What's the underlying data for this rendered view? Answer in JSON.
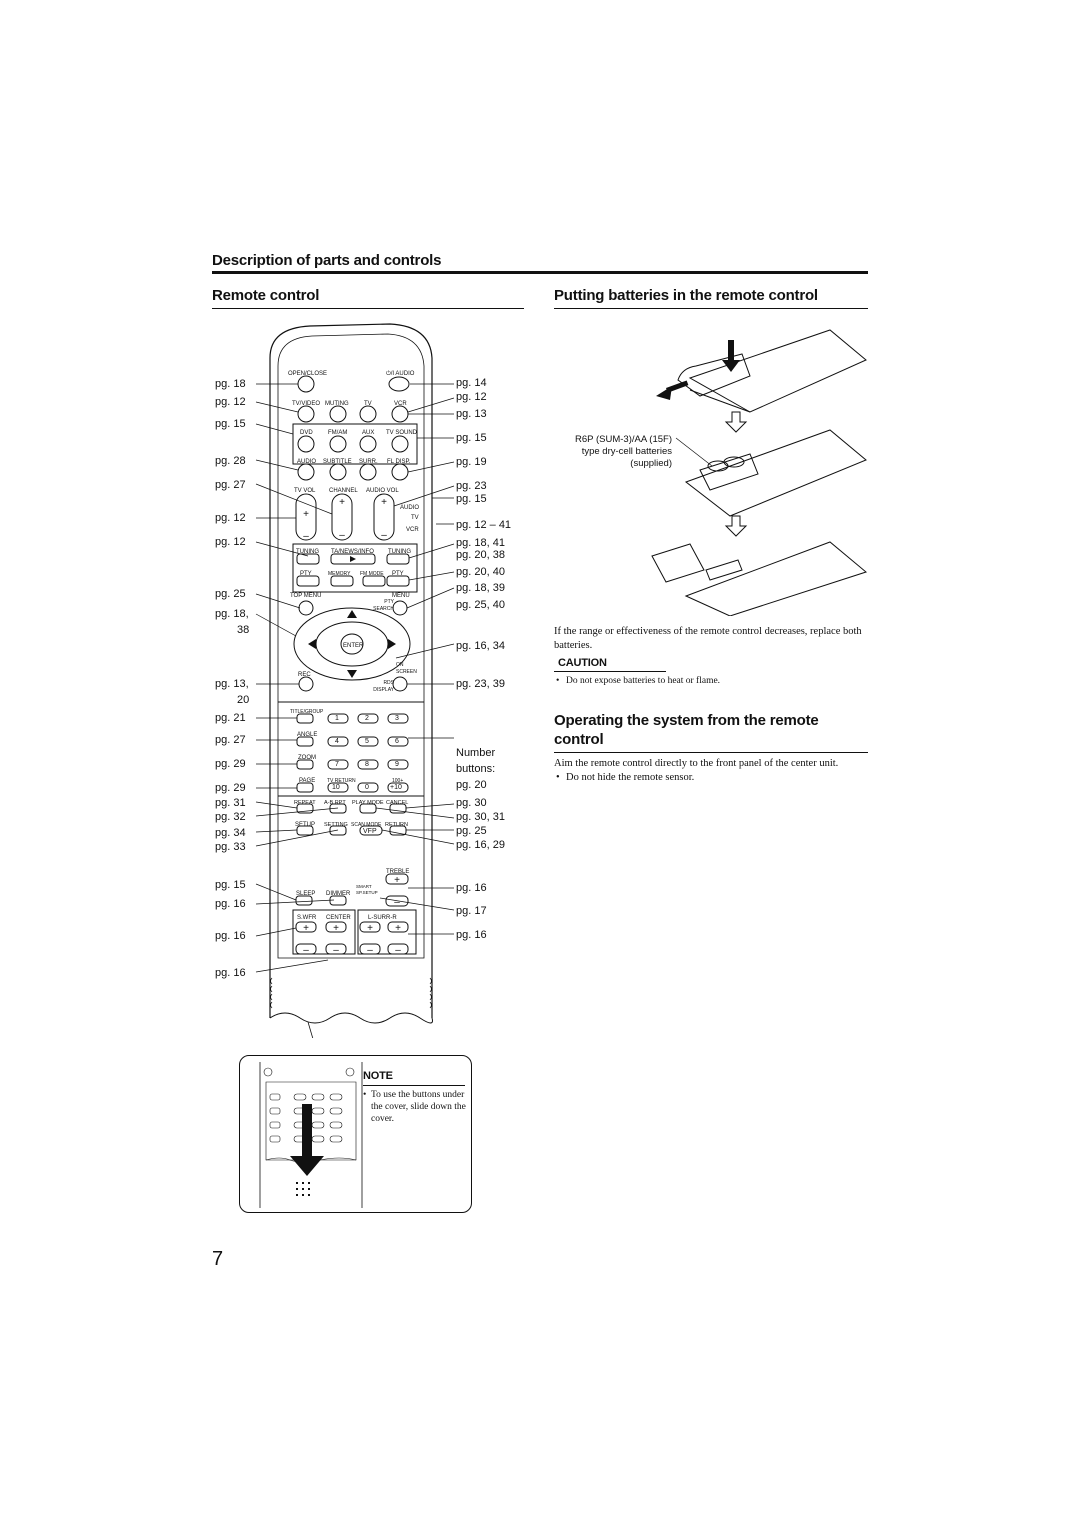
{
  "section_header": "Description of parts and controls",
  "left": {
    "heading": "Remote control",
    "remote": {
      "top_labels": {
        "open_close": "OPEN/CLOSE",
        "power_audio": "⏻/I AUDIO"
      },
      "row1": [
        "TV/VIDEO",
        "MUTING",
        "TV",
        "VCR"
      ],
      "row2": [
        "DVD",
        "FM/AM",
        "AUX",
        "TV SOUND"
      ],
      "row3": [
        "AUDIO",
        "SUBTITLE",
        "SURR.",
        "FL DISP."
      ],
      "row4": [
        "TV VOL",
        "CHANNEL",
        "AUDIO VOL"
      ],
      "slider": [
        "AUDIO",
        "TV",
        "VCR"
      ],
      "tuning": [
        "TUNING",
        "TA/NEWS/INFO",
        "TUNING"
      ],
      "pty_row": [
        "PTY",
        "MEMORY",
        "FM MODE",
        "PTY"
      ],
      "top_menu": "TOP MENU",
      "menu": "MENU",
      "pty_search": "PTY SEARCH",
      "enter": "ENTER",
      "rec": "REC",
      "on_screen": "ON SCREEN",
      "rds_display": "RDS DISPLAY",
      "title_group": "TITLE/GROUP",
      "angle": "ANGLE",
      "zoom": "ZOOM",
      "page": "PAGE",
      "tv_return": "TV RETURN",
      "plus100": "100+",
      "numbers": [
        "1",
        "2",
        "3",
        "4",
        "5",
        "6",
        "7",
        "8",
        "9",
        "10",
        "0",
        "+10"
      ],
      "row_repeat": [
        "REPEAT",
        "A-B RPT",
        "PLAY MODE",
        "CANCEL"
      ],
      "row_setup": [
        "SETUP",
        "SETTING",
        "SCAN MODE",
        "RETURN"
      ],
      "vfp": "VFP",
      "treble": "TREBLE",
      "sleep": "SLEEP",
      "dimmer": "DIMMER",
      "smart_setup": "SMART SP.SETUP",
      "swfr": "S.WFR",
      "center": "CENTER",
      "surr": "L-SURR-R"
    },
    "left_refs": [
      "pg. 18",
      "pg. 12",
      "pg. 15",
      "pg. 28",
      "pg. 27",
      "pg. 12",
      "pg. 12",
      "pg. 25",
      "pg. 18,",
      "38",
      "pg. 13,",
      "20",
      "pg. 21",
      "pg. 27",
      "pg. 29",
      "pg. 29",
      "pg. 31",
      "pg. 32",
      "pg. 34",
      "pg. 33",
      "pg. 15",
      "pg. 16",
      "pg. 16",
      "pg. 16"
    ],
    "right_refs": [
      "pg. 14",
      "pg. 12",
      "pg. 13",
      "pg. 15",
      "pg. 19",
      "pg. 23",
      "pg. 15",
      "pg. 12 – 41",
      "pg. 18, 41",
      "pg. 20, 38",
      "pg. 20, 40",
      "pg. 18, 39",
      "pg. 25, 40",
      "pg. 16, 34",
      "pg. 23, 39",
      "Number",
      "buttons:",
      "pg. 20",
      "pg. 30",
      "pg. 30, 31",
      "pg. 25",
      "pg. 16, 29",
      "pg. 16",
      "pg. 17",
      "pg. 16"
    ],
    "note": {
      "title": "NOTE",
      "text": "To use the buttons under the cover, slide down the cover."
    }
  },
  "right": {
    "batteries_heading": "Putting batteries in the remote control",
    "battery_label": [
      "R6P (SUM-3)/AA (15F)",
      "type dry-cell batteries",
      "(supplied)"
    ],
    "range_text": "If the range or effectiveness of the remote control decreases, replace both batteries.",
    "caution_title": "CAUTION",
    "caution_text": "Do not expose batteries to heat or flame.",
    "operating_heading": "Operating the system from the remote control",
    "operating_text": "Aim the remote control directly to the front panel of the center unit.",
    "operating_bullet": "Do not hide the remote sensor."
  },
  "page_number": "7"
}
